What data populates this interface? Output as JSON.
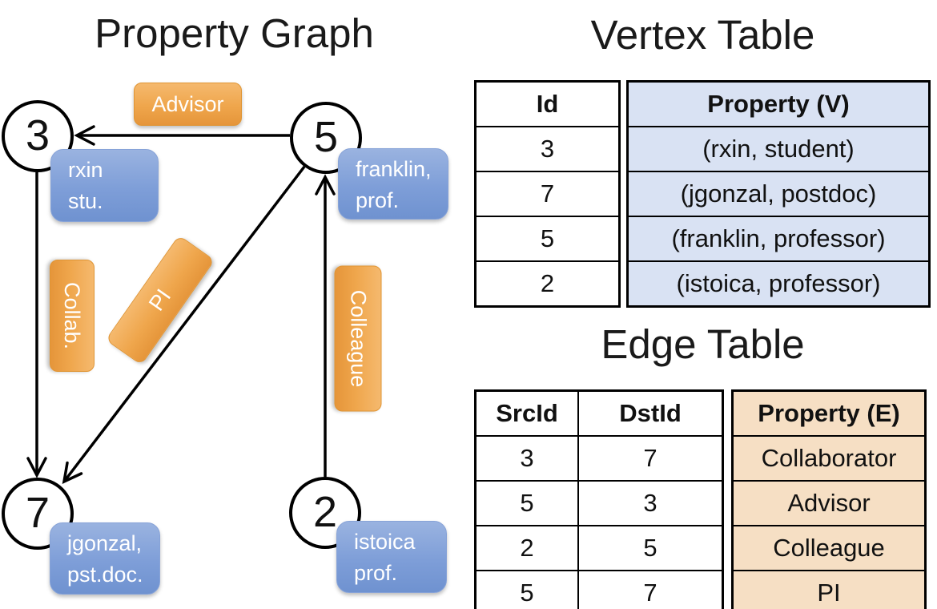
{
  "property_graph": {
    "title": "Property Graph",
    "vertices": [
      {
        "id": "3",
        "property_lines": [
          "rxin",
          "stu."
        ]
      },
      {
        "id": "5",
        "property_lines": [
          "franklin,",
          "prof."
        ]
      },
      {
        "id": "7",
        "property_lines": [
          "jgonzal,",
          "pst.doc."
        ]
      },
      {
        "id": "2",
        "property_lines": [
          "istoica",
          "prof."
        ]
      }
    ],
    "edges": [
      {
        "label": "Advisor",
        "src": "5",
        "dst": "3"
      },
      {
        "label": "Collab.",
        "src": "3",
        "dst": "7"
      },
      {
        "label": "PI",
        "src": "5",
        "dst": "7"
      },
      {
        "label": "Colleague",
        "src": "2",
        "dst": "5"
      }
    ]
  },
  "vertex_table": {
    "title": "Vertex Table",
    "headers": {
      "id": "Id",
      "property": "Property (V)"
    },
    "rows": [
      {
        "id": "3",
        "property": "(rxin, student)"
      },
      {
        "id": "7",
        "property": "(jgonzal, postdoc)"
      },
      {
        "id": "5",
        "property": "(franklin, professor)"
      },
      {
        "id": "2",
        "property": "(istoica, professor)"
      }
    ]
  },
  "edge_table": {
    "title": "Edge Table",
    "headers": {
      "src": "SrcId",
      "dst": "DstId",
      "property": "Property (E)"
    },
    "rows": [
      {
        "src": "3",
        "dst": "7",
        "property": "Collaborator"
      },
      {
        "src": "5",
        "dst": "3",
        "property": "Advisor"
      },
      {
        "src": "2",
        "dst": "5",
        "property": "Colleague"
      },
      {
        "src": "5",
        "dst": "7",
        "property": "PI"
      }
    ]
  },
  "colors": {
    "vertex_property_fill": "#d9e2f3",
    "edge_property_fill": "#f6dfc4",
    "vertex_box": "#7e9ed8",
    "edge_label_box": "#efa64c",
    "line": "#000000",
    "background": "#ffffff"
  }
}
